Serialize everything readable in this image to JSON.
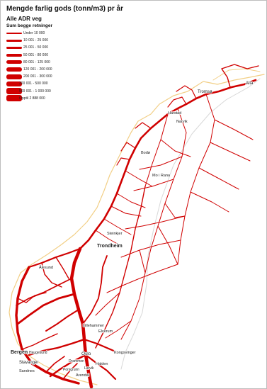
{
  "legend": {
    "title": "Mengde farlig gods (tonn/m3) pr år",
    "subtitle": "Alle ADR veg",
    "subtitle2": "Sum begge retninger",
    "classes": [
      {
        "label": "Under 10 000",
        "width_level": 1
      },
      {
        "label": "10 001 - 25 000",
        "width_level": 2
      },
      {
        "label": "25 001 - 50 000",
        "width_level": 3
      },
      {
        "label": "50 001 - 80 000",
        "width_level": 4
      },
      {
        "label": "80 001 - 125 000",
        "width_level": 5
      },
      {
        "label": "120 001 - 200 000",
        "width_level": 6
      },
      {
        "label": "200 001 - 300 000",
        "width_level": 7
      },
      {
        "label": "300 001 - 500 000",
        "width_level": 8
      },
      {
        "label": "500 001 - 1 000 000",
        "width_level": 9
      },
      {
        "label": "Opptil 2 888 000",
        "width_level": 10
      }
    ]
  },
  "colors": {
    "road": "#d00000",
    "coast": "#f2cf86",
    "border": "#d8d8d8"
  },
  "places": [
    {
      "name": "Alta"
    },
    {
      "name": "Tromsø"
    },
    {
      "name": "Harstad"
    },
    {
      "name": "Narvik"
    },
    {
      "name": "Bodø"
    },
    {
      "name": "Mo i Rana"
    },
    {
      "name": "Steinkjer"
    },
    {
      "name": "Trondheim"
    },
    {
      "name": "Ålesund"
    },
    {
      "name": "Lillehammer"
    },
    {
      "name": "Elverum"
    },
    {
      "name": "Bergen"
    },
    {
      "name": "Oslo"
    },
    {
      "name": "Kongsvinger"
    },
    {
      "name": "Haugesund"
    },
    {
      "name": "Drammen"
    },
    {
      "name": "Stavanger"
    },
    {
      "name": "Halden"
    },
    {
      "name": "Sandnes"
    },
    {
      "name": "Porsgrunn"
    },
    {
      "name": "Larvik"
    },
    {
      "name": "Arendal"
    }
  ]
}
